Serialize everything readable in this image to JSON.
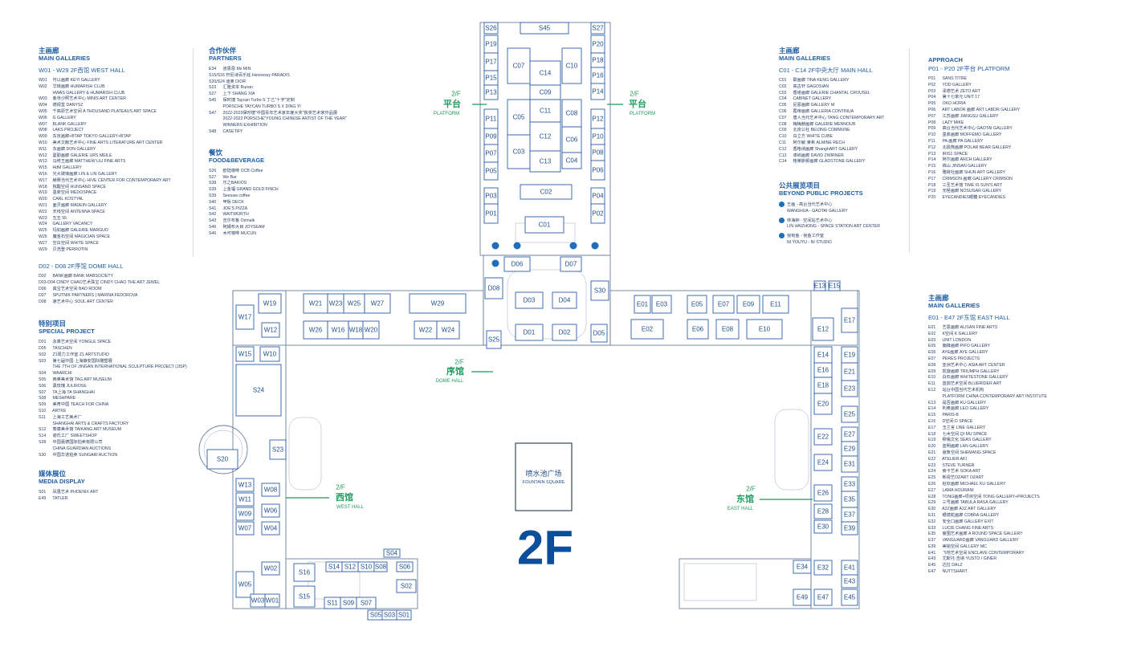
{
  "floor_label": "2F",
  "fountain": {
    "cn": "喷水池广场",
    "en": "FOUNTAIN SQUARE"
  },
  "halls": {
    "platform_left": {
      "level": "2/F",
      "cn": "平台",
      "en": "PLATFORM"
    },
    "platform_right": {
      "level": "2/F",
      "cn": "平台",
      "en": "PLATFORM"
    },
    "dome": {
      "level": "2/F",
      "cn": "序馆",
      "en": "DOME HALL"
    },
    "west": {
      "level": "2/F",
      "cn": "西馆",
      "en": "WEST HALL"
    },
    "east": {
      "level": "2/F",
      "cn": "东馆",
      "en": "EAST HALL"
    }
  },
  "legend": {
    "west_main": {
      "cn": "主画廊",
      "en": "MAIN GALLERIES",
      "sub": "W01 - W29 2F西馆 WEST HALL",
      "items": [
        [
          "W01",
          "可以画廊 KEYI GALLERY"
        ],
        [
          "W02",
          "华妹画廊 HUMARISH CLUB"
        ],
        [
          "",
          "HWAS GALLERY & HUMARISH CLUB"
        ],
        [
          "W03",
          "紫寺沙照艺术中心 MINIS ART CENTER"
        ],
        [
          "W04",
          "德视堂 DANYSZ"
        ],
        [
          "W05",
          "千高原艺术空间 A THOUSAND PLATEAUS ART SPACE"
        ],
        [
          "W06",
          "G GALLERY"
        ],
        [
          "W07",
          "BLANK GALLERY"
        ],
        [
          "W08",
          "LAKS PROJECT"
        ],
        [
          "W09",
          "东京画廊+BTAP TOKYO GALLERY+BTAP"
        ],
        [
          "W10",
          "美术文献艺术中心 FINE ARTS LITERATURE ART CENTER"
        ],
        [
          "W11",
          "东画廊 DON GALLERY"
        ],
        [
          "W12",
          "曼勤画廊 GALERIE URS MEILE"
        ],
        [
          "W13",
          "马修王画廊 MATTHEW LIU FINE ARTS"
        ],
        [
          "W15",
          "HdM GALLERY"
        ],
        [
          "W16",
          "光大玻璃画廊 LIN & LIN GALLERY"
        ],
        [
          "W17",
          "赫赛当代艺术中心 HIVE CENTER FOR CONTEMPORARY ART"
        ],
        [
          "W18",
          "独醒空间 HUNSAND SPACE"
        ],
        [
          "W19",
          "墨菲空间 MEDOSPACE"
        ],
        [
          "W20",
          "CARL KOSTYAL"
        ],
        [
          "W21",
          "面灵画廊 MADEIN GALLERY"
        ],
        [
          "W22",
          "天线空间 ANTENNA SPACE"
        ],
        [
          "W23",
          "五五 55"
        ],
        [
          "W24",
          "GALLERY VACANCY"
        ],
        [
          "W25",
          "玛如画廊 GALERIE MARGUO"
        ],
        [
          "W26",
          "魔金石空间 MAGICIAN SPACE"
        ],
        [
          "W27",
          "空白空间 WHITE SPACE"
        ],
        [
          "W29",
          "贝浩登 PERROTIN"
        ]
      ]
    },
    "dome": {
      "sub": "D02 - D08 2F序馆 DOME HALL",
      "items": [
        [
          "D02",
          "BANK画廊 BANK MABSOCIETY"
        ],
        [
          "D03-D04",
          "CINDY CHAO艺术珠宝 CINDY CHAO THE ART JEWEL"
        ],
        [
          "D06",
          "真宝艺术空间 BAO ROOM"
        ],
        [
          "D07",
          "SPUTNIK PARTNERS | MARINA FEDOROVA"
        ],
        [
          "D08",
          "速艺术中心 SOUL ART CENTER"
        ]
      ]
    },
    "special": {
      "cn": "特别项目",
      "en": "SPECIAL PROJECT",
      "items": [
        [
          "D01",
          "永乘艺术空间 YONGLE SPACE"
        ],
        [
          "D05",
          "TASCHEN"
        ],
        [
          "S02",
          "Z1周力工作室 Z1 ARTSTUDIO"
        ],
        [
          "S03",
          "第七届中国·上海静安国际雕塑展"
        ],
        [
          "",
          "THE 7TH OF JINGAN INTERNATIONAL SCULPTURE PROJECT (JISP)"
        ],
        [
          "S04",
          "WAARCHI"
        ],
        [
          "S05",
          "西莱美术馆 TAG ART MUSEUM"
        ],
        [
          "S06",
          "黑玫瑰 JULIROSE"
        ],
        [
          "S07",
          "TA上海 TA SHANGHAI"
        ],
        [
          "S08",
          "MESHPARE"
        ],
        [
          "S09",
          "美育中国 TEACH FOR CHINA"
        ],
        [
          "S10",
          "ARTKE"
        ],
        [
          "S11",
          "上海工艺美术厂"
        ],
        [
          "",
          "SHANGHAI ARTS & CRAFTS FACTORY"
        ],
        [
          "S12",
          "泰康美术馆 TAIKANG ART MUSEUM"
        ],
        [
          "S14",
          "谢氏工厂 SWEETSHOP"
        ],
        [
          "S28",
          "中国嘉德国际拍卖有限公司"
        ],
        [
          "",
          "CHINA GUARDIAN AUCTIONS"
        ],
        [
          "S30",
          "中国华道拍卖 SUNGARI AUCTION"
        ]
      ]
    },
    "media": {
      "cn": "媒体展位",
      "en": "MEDIA DISPLAY",
      "items": [
        [
          "S01",
          "凤凰艺术 PHOENIX ART"
        ],
        [
          "E49",
          "TATLER"
        ]
      ]
    },
    "partners": {
      "cn": "合作伙伴",
      "en": "PARTNERS",
      "items": [
        [
          "E34",
          "迷恩恩 Ms MIN"
        ],
        [
          "S15/S16",
          "轩尼诗百乐廷 Hennessy PARADIS"
        ],
        [
          "S20/S24",
          "迪奥 DIOR"
        ],
        [
          "S23",
          "汇隆资本 Runan"
        ],
        [
          "S27",
          "上下 SHANG XIA"
        ],
        [
          "S45",
          "保时捷 Taycan Turbo S 丁乙\"十字\"定制"
        ],
        [
          "",
          "PORSCHE TAYCAN TURBO S X DING YI"
        ],
        [
          "S47",
          "2022-2023保时捷\"中国青年艺术家年度大奖\"获奖艺术家作品展"
        ],
        [
          "",
          "2022-2023 PORSCHE\"YOUNG CHINESE ARTIST OF THE YEAR\""
        ],
        [
          "",
          "WINNERS EXHIBITION"
        ],
        [
          "S48",
          "CASETiFY"
        ]
      ]
    },
    "food": {
      "cn": "餐饮",
      "en": "FOOD&BEVERAGE",
      "items": [
        [
          "S26",
          "欧陆咖啡 OCB Coffee"
        ],
        [
          "S27",
          "We Bar"
        ],
        [
          "S38",
          "乐之BAKIOS"
        ],
        [
          "S39",
          "上金福 GRAND GOLD FINCH"
        ],
        [
          "S39",
          "Seesaw coffee"
        ],
        [
          "S40",
          "甲板 DECK"
        ],
        [
          "S41",
          "JOE'S PIZZA"
        ],
        [
          "S42",
          "WAITWORTH"
        ],
        [
          "S43",
          "吉尔布鲁 Ozmalk"
        ],
        [
          "S46",
          "阿姆布大目 JOYSEAM"
        ],
        [
          "S46",
          "木可咖啡 MUCUN"
        ]
      ]
    },
    "central_main": {
      "cn": "主画廊",
      "en": "MAIN GALLERIES",
      "sub": "C01 - C14 2F中央大厅 MAIN HALL",
      "items": [
        [
          "C01",
          "联画廊 TINA KENG GALLERY"
        ],
        [
          "C02",
          "高古轩 GAGOSIAN"
        ],
        [
          "C03",
          "香塔画廊 GALERIE CHANTAL CROUSEL"
        ],
        [
          "C04",
          "CABINET GALLERY"
        ],
        [
          "C05",
          "尼恩画廊 GALLERY M"
        ],
        [
          "C06",
          "蔻帝画廊 GALLERIA CONTINUA"
        ],
        [
          "C07",
          "唐人当代艺术中心 TANG CONTEMPORARY ART"
        ],
        [
          "C08",
          "梅梅赫画廊 GALERIE MENNOUR"
        ],
        [
          "C09",
          "北京公社 BEIJING COMMUNE"
        ],
        [
          "C10",
          "白立方 WHITE CUBE"
        ],
        [
          "C11",
          "阿尔敏·莱希 ALMINE RECH"
        ],
        [
          "C12",
          "香格纳画廊 ShanghART GALLERY"
        ],
        [
          "C13",
          "卓纳画廊 DAVID ZWIRNER"
        ],
        [
          "C14",
          "格莱斯顿画廊 GLADSTONE GALLERY"
        ]
      ]
    },
    "public": {
      "cn": "公共展览项目",
      "en": "BEYOND PUBLIC PROJECTS",
      "items": [
        [
          "王画 - 高台当代艺术中心",
          "WANGHUA - GAOTAI GALLERY"
        ],
        [
          "林海钟 - 空间站艺术中心",
          "LIN HAIZHONG - SPACE STATION ART CENTER"
        ],
        [
          "倪有鱼 - 倪鱼工作室",
          "NI YOUYU - NI STUDIO"
        ]
      ]
    },
    "approach": {
      "en": "APPROACH",
      "sub": "P01 - P20 2F平台 PLATFORM",
      "items": [
        [
          "P01",
          "SANS TITRE"
        ],
        [
          "P02",
          "YOD GALLERY"
        ],
        [
          "P03",
          "泽德艺术 ZETO ART"
        ],
        [
          "P04",
          "第十七单元 UNIT 17"
        ],
        [
          "P05",
          "OKO HORIA"
        ],
        [
          "P06",
          "ART LABOR 画廊 ART LABOR GALLERY"
        ],
        [
          "P07",
          "江苏画廊 JIANGSU GALLERY"
        ],
        [
          "P08",
          "LAZY MIKE"
        ],
        [
          "P09",
          "高台当代艺术中心 GAOTAI GALLERY"
        ],
        [
          "P10",
          "墨菲画廊 MOFFEMO GALLERY"
        ],
        [
          "P11",
          "PA 画廊 PA GALLERY"
        ],
        [
          "P12",
          "北极熊画廊 POLAR BEAR GALLERY"
        ],
        [
          "P13",
          "IRIS1 SPACE"
        ],
        [
          "P14",
          "阿尔画廊 ARCH GALLERY"
        ],
        [
          "P15",
          "锦山 JINSAN GALLERY"
        ],
        [
          "P16",
          "雅荷社画廊 SHUN ART GALLERY"
        ],
        [
          "P17",
          "CRIMSON 画廊 GALLERY CRIMSON"
        ],
        [
          "P18",
          "三圣艺术馆 TIME IS SUN'S ART"
        ],
        [
          "P19",
          "无極画廊 NOSUGAR GALLERY"
        ],
        [
          "P20",
          "EYECANDIES眼糖 EYECANDIES"
        ]
      ]
    },
    "east_main": {
      "cn": "主画廊",
      "en": "MAIN GALLERIES",
      "sub": "E01 - E47 2F东馆 EAST HALL",
      "items": [
        [
          "E01",
          "艺恩画廊 ALISAN FINE ARTS"
        ],
        [
          "E02",
          "K空间 K GALLERY"
        ],
        [
          "E03",
          "UNIT LONDON"
        ],
        [
          "E05",
          "偏锋画廊 PIFO GALLERY"
        ],
        [
          "E06",
          "AYE画廊 AYE GALLERY"
        ],
        [
          "E07",
          "PERES PROJECTS"
        ],
        [
          "E08",
          "亚洲艺术中心 ASIA ART CENTER"
        ],
        [
          "E09",
          "凯旋画廊 TRIUMPH GALLERY"
        ],
        [
          "E10",
          "白石画廊 WHITESTONE GALLERY"
        ],
        [
          "E11",
          "蓝鸽艺术空间 BLUERIDER ART"
        ],
        [
          "E12",
          "站台中国当代艺术机构"
        ],
        [
          "",
          "PLATFORM CHINA CONTEMPORARY ART INSTITUTE"
        ],
        [
          "E13",
          "是否画廊 KU GALLERY"
        ],
        [
          "E14",
          "利奥画廊 LEO GALLERY"
        ],
        [
          "E15",
          "PARIS-B"
        ],
        [
          "E16",
          "D空间 D SPACE"
        ],
        [
          "E17",
          "玉兰言 LINE GALLERY"
        ],
        [
          "E18",
          "七木空间 QI MU SPACE"
        ],
        [
          "E19",
          "穆儒文化 SEAS GALLERY"
        ],
        [
          "E20",
          "蓝明画廊 LAN GALLERY"
        ],
        [
          "E21",
          "悬象空间 SHEMANG SPACE"
        ],
        [
          "E22",
          "ATELIER AKI"
        ],
        [
          "E23",
          "STEVE TURNER"
        ],
        [
          "E24",
          "索卡艺术 SOKA ART"
        ],
        [
          "E25",
          "新视艺OZART OZART"
        ],
        [
          "E26",
          "赵欣画廊 MICHAEL KU GALLERY"
        ],
        [
          "E27",
          "LAMA HOURANI"
        ],
        [
          "E28",
          "TONG画廊+项目空间 TONG GALLERY+PROJECTS"
        ],
        [
          "E29",
          "三号画廊 TABULA RASA GALLERY"
        ],
        [
          "E30",
          "A2Z画廊 A2Z ART GALLERY"
        ],
        [
          "E31",
          "眼镜蛇画廊 COBRA GALLERY"
        ],
        [
          "E32",
          "安全口画廊 GALLERY EXIT"
        ],
        [
          "E33",
          "LUCIE CHANG FINE ARTS"
        ],
        [
          "E35",
          "度围艺术画廊 A ROUND SPACE GALLERY"
        ],
        [
          "E37",
          "VANGUARD画廊 VANGUARD GALLERY"
        ],
        [
          "E39",
          "美铭空间 GALLERY MC"
        ],
        [
          "E41",
          "飞地艺术空间 ENCLAVE CONTEMPORARY"
        ],
        [
          "E43",
          "尤斯托·吉纳 YUSTO / GINER"
        ],
        [
          "E45",
          "达拉 DALZ"
        ],
        [
          "E47",
          "NUTTSHART"
        ]
      ]
    }
  }
}
